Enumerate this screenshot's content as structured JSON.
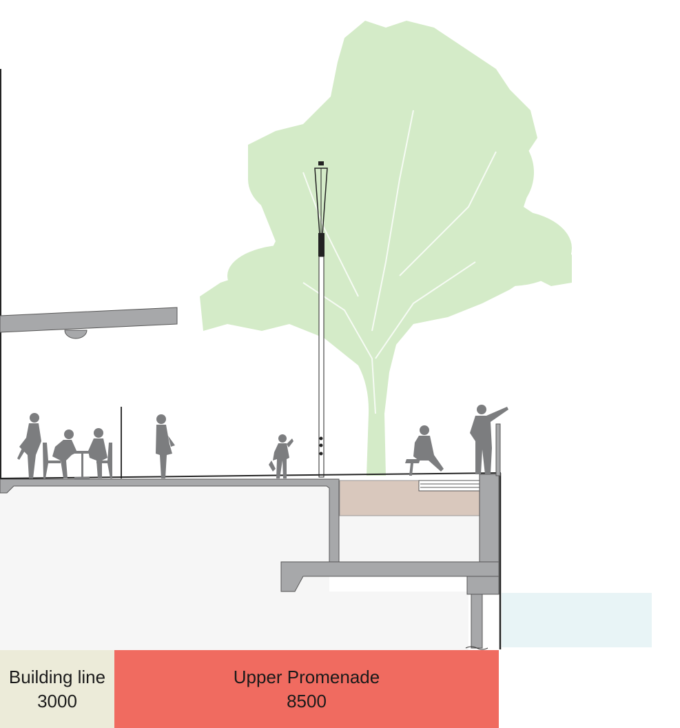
{
  "colors": {
    "tree": "#d4ebc8",
    "structure": "#a7a8aa",
    "slab_fill": "#f6f6f6",
    "paving": "#d9c8bd",
    "water": "#e8f4f6",
    "people": "#7c7d7f",
    "building_line_band": "#ecebd9",
    "promenade_band": "#f06b60"
  },
  "zones": [
    {
      "name": "Building line",
      "width_mm": "3000"
    },
    {
      "name": "Upper Promenade",
      "width_mm": "8500"
    }
  ],
  "icons": [
    "tree-silhouette",
    "light-pole",
    "person-standing",
    "person-sitting",
    "person-child",
    "person-pointing",
    "cafe-table"
  ]
}
